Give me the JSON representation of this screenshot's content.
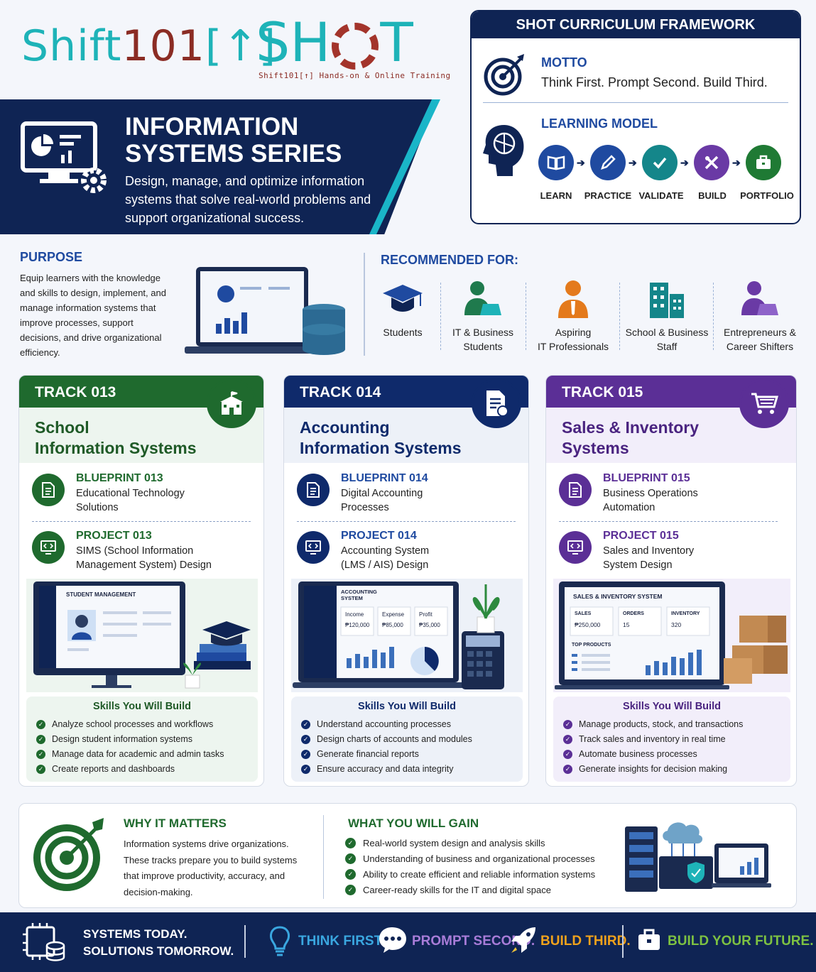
{
  "brand": {
    "logo1_a": "Shift",
    "logo1_b": "101",
    "logo1_c": "[↑]",
    "logo2_a": "SH",
    "logo2_b": "T",
    "logo2_sub": "Shift101[↑] Hands-on & Online Training"
  },
  "banner": {
    "title": "INFORMATION SYSTEMS SERIES",
    "description": "Design, manage, and optimize information systems that solve real-world problems and support organizational success."
  },
  "framework": {
    "header": "SHOT CURRICULUM FRAMEWORK",
    "motto_label": "MOTTO",
    "motto": "Think First. Prompt Second. Build Third.",
    "model_label": "LEARNING MODEL",
    "steps": [
      {
        "label": "LEARN",
        "color": "#1f4aa0",
        "icon": "book-icon"
      },
      {
        "label": "PRACTICE",
        "color": "#1f4aa0",
        "icon": "pencil-icon"
      },
      {
        "label": "VALIDATE",
        "color": "#14868a",
        "icon": "check-icon"
      },
      {
        "label": "BUILD",
        "color": "#6a3aa5",
        "icon": "tools-icon"
      },
      {
        "label": "PORTFOLIO",
        "color": "#1f7a34",
        "icon": "briefcase-icon"
      }
    ]
  },
  "purpose": {
    "heading": "PURPOSE",
    "text": "Equip learners with the knowledge and skills to design, implement, and manage information systems that improve processes, support decisions, and drive organizational efficiency."
  },
  "recommended": {
    "heading": "RECOMMENDED FOR:",
    "items": [
      {
        "line1": "Students",
        "line2": ""
      },
      {
        "line1": "IT & Business",
        "line2": "Students"
      },
      {
        "line1": "Aspiring",
        "line2": "IT Professionals"
      },
      {
        "line1": "School & Business",
        "line2": "Staff"
      },
      {
        "line1": "Entrepreneurs &",
        "line2": "Career Shifters"
      }
    ]
  },
  "tracks": [
    {
      "header": "TRACK 013",
      "title1": "School",
      "title2": "Information Systems",
      "color": "#1f6a2e",
      "blueprint_h": "BLUEPRINT 013",
      "blueprint_b1": "Educational Technology",
      "blueprint_b2": "Solutions",
      "project_h": "PROJECT 013",
      "project_b1": "SIMS (School Information",
      "project_b2": "Management System) Design",
      "illu_title": "STUDENT MANAGEMENT",
      "skills_h": "Skills You Will Build",
      "skills": [
        "Analyze school processes and workflows",
        "Design student information systems",
        "Manage data for academic and admin tasks",
        "Create reports and dashboards"
      ]
    },
    {
      "header": "TRACK 014",
      "title1": "Accounting",
      "title2": "Information Systems",
      "color": "#0f2a6b",
      "blueprint_h": "BLUEPRINT 014",
      "blueprint_b1": "Digital Accounting",
      "blueprint_b2": "Processes",
      "project_h": "PROJECT 014",
      "project_b1": "Accounting System",
      "project_b2": "(LMS / AIS) Design",
      "illu_title": "ACCOUNTING SYSTEM",
      "illu_k1": "Income",
      "illu_v1": "₱120,000",
      "illu_k2": "Expense",
      "illu_v2": "₱85,000",
      "illu_k3": "Profit",
      "illu_v3": "₱35,000",
      "skills_h": "Skills You Will Build",
      "skills": [
        "Understand accounting processes",
        "Design charts of accounts and modules",
        "Generate financial reports",
        "Ensure accuracy and data integrity"
      ]
    },
    {
      "header": "TRACK 015",
      "title1": "Sales & Inventory",
      "title2": "Systems",
      "color": "#5b2f96",
      "blueprint_h": "BLUEPRINT 015",
      "blueprint_b1": "Business Operations",
      "blueprint_b2": "Automation",
      "project_h": "PROJECT 015",
      "project_b1": "Sales and Inventory",
      "project_b2": "System Design",
      "illu_title": "SALES & INVENTORY SYSTEM",
      "illu_k1": "SALES",
      "illu_v1": "₱250,000",
      "illu_k2": "ORDERS",
      "illu_v2": "15",
      "illu_k3": "INVENTORY",
      "illu_v3": "320",
      "illu_sub": "TOP PRODUCTS",
      "skills_h": "Skills You Will Build",
      "skills": [
        "Manage products, stock, and transactions",
        "Track sales and inventory in real time",
        "Automate business processes",
        "Generate insights for decision making"
      ]
    }
  ],
  "why": {
    "heading": "WHY IT MATTERS",
    "text": "Information systems drive organizations. These tracks prepare you to build systems that improve productivity, accuracy, and decision-making."
  },
  "gain": {
    "heading": "WHAT YOU WILL GAIN",
    "items": [
      "Real-world system design and analysis skills",
      "Understanding of business and organizational processes",
      "Ability to create efficient and reliable information systems",
      "Career-ready skills for the IT and digital space"
    ]
  },
  "footer": {
    "line1": "SYSTEMS TODAY.",
    "line2": "SOLUTIONS TOMORROW.",
    "think": "THINK FIRST.",
    "prompt": "PROMPT SECOND.",
    "build": "BUILD THIRD.",
    "future": "BUILD YOUR FUTURE."
  }
}
